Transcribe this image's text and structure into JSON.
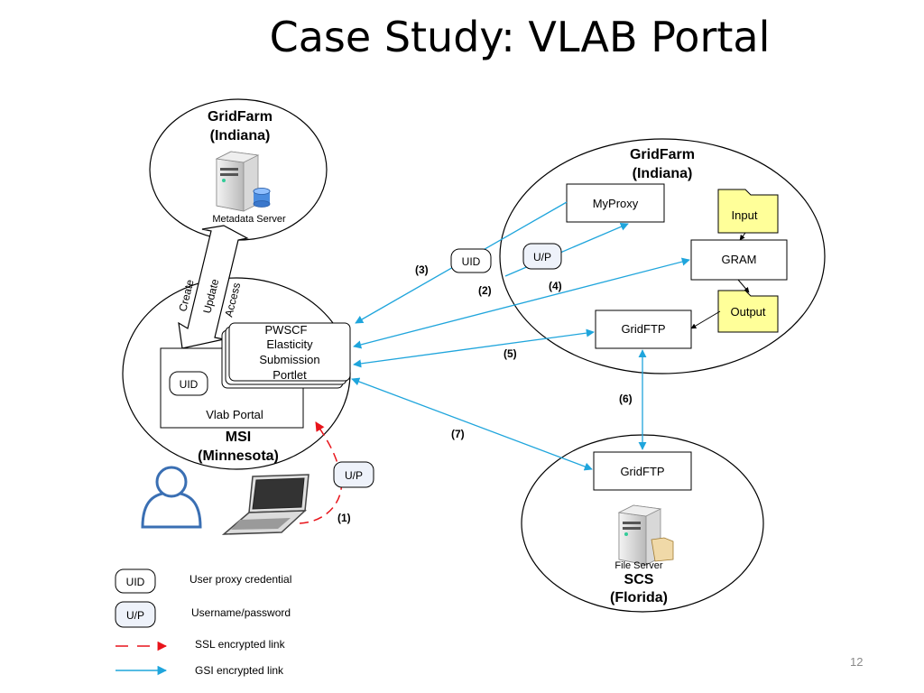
{
  "slide": {
    "title": "Case Study: VLAB Portal",
    "page_number": "12"
  },
  "nodes": {
    "gridfarm_top": {
      "line1": "GridFarm",
      "line2": "(Indiana)",
      "server_label": "Metadata Server"
    },
    "gridfarm_right": {
      "line1": "GridFarm",
      "line2": "(Indiana)"
    },
    "myproxy": "MyProxy",
    "gram": "GRAM",
    "input": "Input",
    "output": "Output",
    "gridftp_indiana": "GridFTP",
    "gridftp_florida": "GridFTP",
    "portlet": {
      "line1": "PWSCF",
      "line2": "Elasticity",
      "line3": "Submission",
      "line4": "Portlet"
    },
    "vlab_portal": "Vlab Portal",
    "msi": {
      "line1": "MSI",
      "line2": "(Minnesota)"
    },
    "scs": {
      "line1": "SCS",
      "line2": "(Florida)",
      "server_label": "File Server"
    },
    "uid_badge": "UID",
    "up_badge": "U/P"
  },
  "arrows": {
    "metadata_access": {
      "create": "Create",
      "update": "Update",
      "access": "Access"
    },
    "step1": "(1)",
    "step2": "(2)",
    "step3": "(3)",
    "step4": "(4)",
    "step5": "(5)",
    "step6": "(6)",
    "step7": "(7)"
  },
  "legend": [
    {
      "badge": "UID",
      "text": "User proxy credential"
    },
    {
      "badge": "U/P",
      "text": "Username/password"
    },
    {
      "text": "SSL encrypted link"
    },
    {
      "text": "GSI encrypted link"
    }
  ],
  "colors": {
    "gsi_link": "#1fa5dc",
    "ssl_link": "#e8141b",
    "folder": "#ffff99",
    "user_icon": "#3a6fb3"
  }
}
